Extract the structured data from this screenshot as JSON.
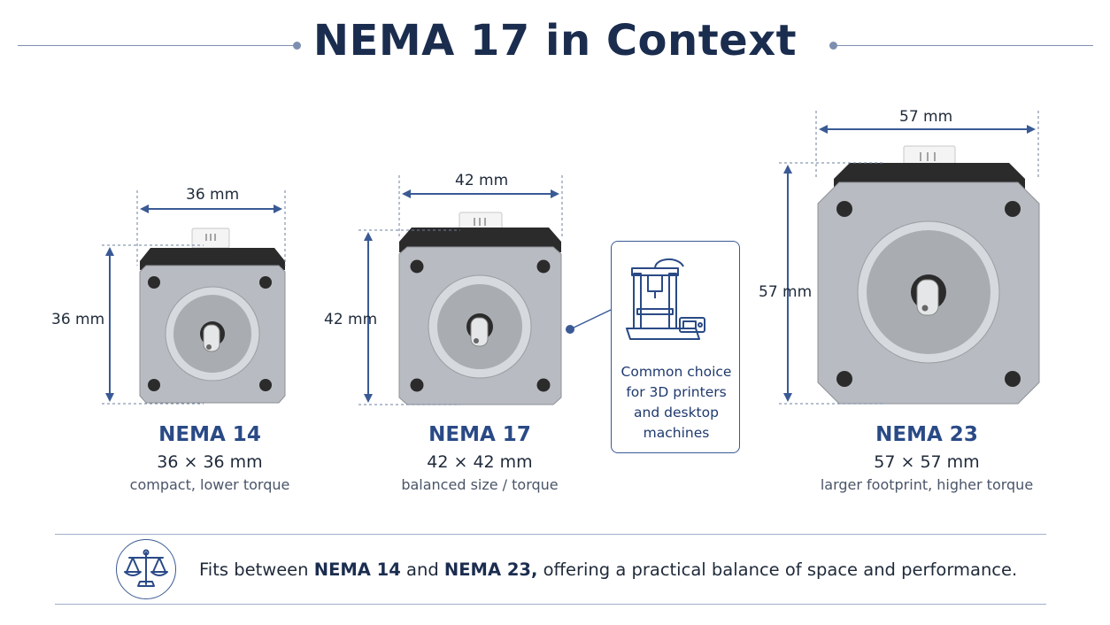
{
  "title": "NEMA 17 in Context",
  "motors": [
    {
      "name": "NEMA 14",
      "width_label": "36 mm",
      "height_label": "36 mm",
      "size": "36 × 36 mm",
      "note": "compact, lower torque"
    },
    {
      "name": "NEMA 17",
      "width_label": "42 mm",
      "height_label": "42 mm",
      "size": "42 × 42 mm",
      "note": "balanced size / torque"
    },
    {
      "name": "NEMA 23",
      "width_label": "57 mm",
      "height_label": "57 mm",
      "size": "57 × 57 mm",
      "note": "larger footprint, higher torque"
    }
  ],
  "callout": {
    "icon": "3d-printer-icon",
    "text": "Common choice for 3D printers and desktop machines"
  },
  "footer": {
    "icon": "balance-scale-icon",
    "prefix": "Fits between ",
    "strong1": "NEMA 14",
    "middle": " and ",
    "strong2": "NEMA 23,",
    "suffix": " offering a practical balance of space and performance."
  },
  "colors": {
    "title": "#1b2d4f",
    "accent": "#2a4a86",
    "dimension_lines": "#3a5a95",
    "motor_body": "#b8bcc2",
    "motor_cap": "#2b2b2b"
  }
}
